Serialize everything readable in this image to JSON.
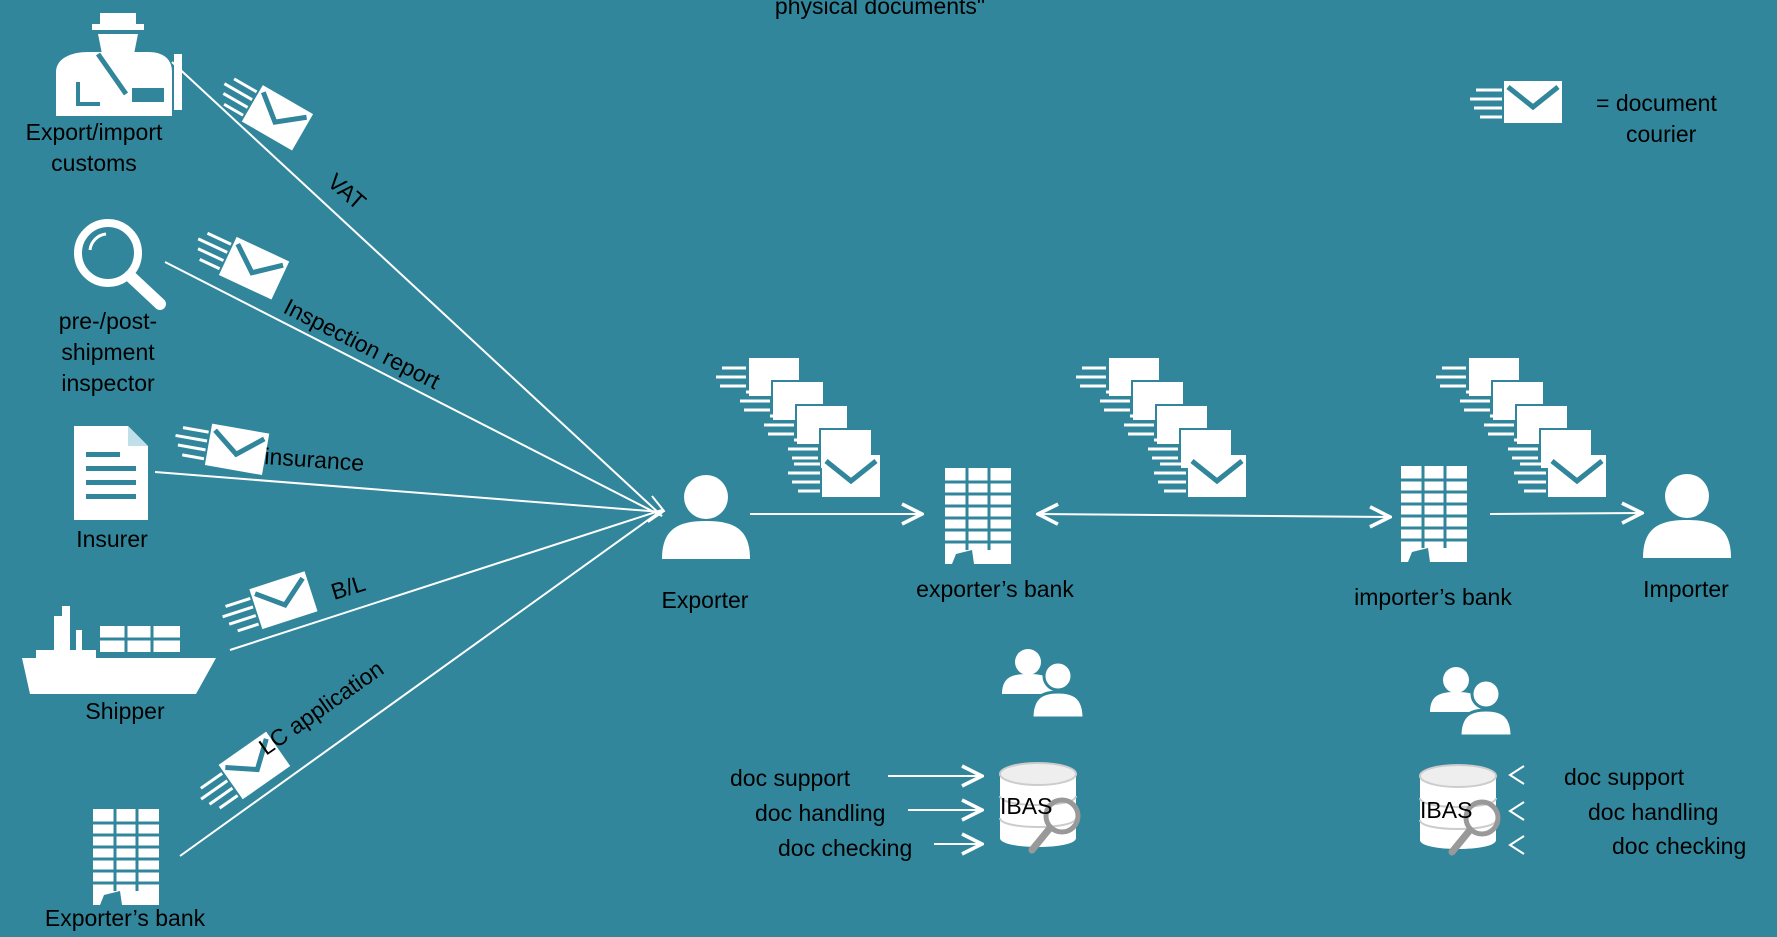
{
  "title_fragment": "physical documents\"",
  "legend": {
    "text_line1": "= document",
    "text_line2": "courier",
    "icon": "envelope-courier-icon"
  },
  "parties": {
    "customs": {
      "line1": "Export/import",
      "line2": "customs",
      "icon": "customs-officer-icon"
    },
    "inspector": {
      "line1": "pre-/post-",
      "line2": "shipment",
      "line3": "inspector",
      "icon": "magnifier-icon"
    },
    "insurer": {
      "label": "Insurer",
      "icon": "document-icon"
    },
    "shipper": {
      "label": "Shipper",
      "icon": "ship-icon"
    },
    "exporters_bank_left": {
      "label": "Exporter’s bank",
      "icon": "bank-building-icon"
    },
    "exporter": {
      "label": "Exporter",
      "icon": "person-icon"
    },
    "exporters_bank": {
      "label": "exporter’s bank",
      "icon": "bank-building-icon"
    },
    "importers_bank": {
      "label": "importer’s bank",
      "icon": "bank-building-icon"
    },
    "importer": {
      "label": "Importer",
      "icon": "person-icon"
    }
  },
  "edges": {
    "vat": "VAT",
    "inspection": "Inspection report",
    "insurance": "insurance",
    "bl": "B/L",
    "lc": "LC application"
  },
  "ibas_left": {
    "label": "IBAS",
    "items": [
      "doc support",
      "doc handling",
      "doc checking"
    ],
    "icon": "database-search-icon",
    "staff_icon": "team-users-icon"
  },
  "ibas_right": {
    "label": "IBAS",
    "items": [
      "doc support",
      "doc handling",
      "doc checking"
    ],
    "icon": "database-search-icon",
    "staff_icon": "team-users-icon"
  }
}
